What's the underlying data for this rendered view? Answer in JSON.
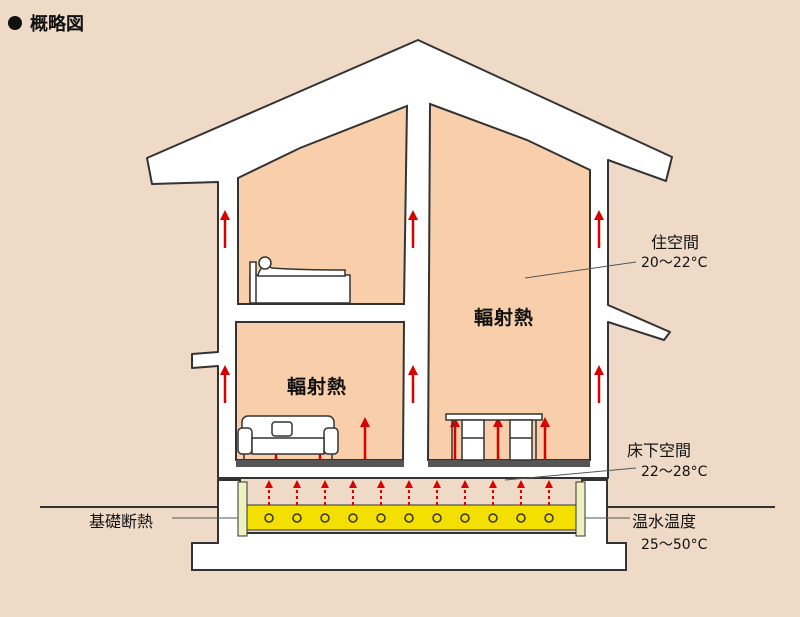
{
  "title": "概略図",
  "labels": {
    "living_space": "住空間",
    "living_temp": "20～22°C",
    "radiant_heat_upper": "輻射熱",
    "radiant_heat_lower": "輻射熱",
    "underfloor_space": "床下空間",
    "underfloor_temp": "22～28°C",
    "foundation_insulation": "基礎断熱",
    "water_temp": "温水温度",
    "water_temp_range": "25～50°C"
  },
  "colors": {
    "background": "#eedac6",
    "room": "#f8cfaa",
    "arrow": "#d90000",
    "water_layer": "#f4e000",
    "structure": "#ffffff"
  }
}
